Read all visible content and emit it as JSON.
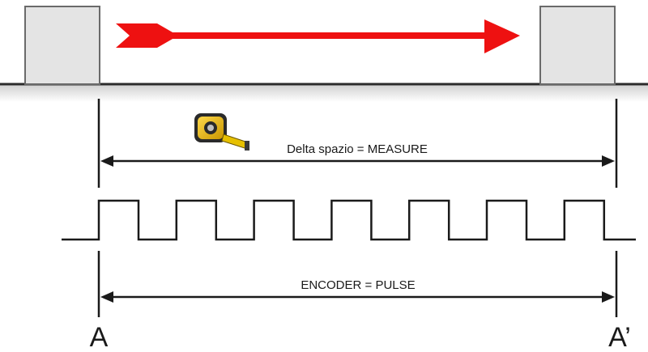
{
  "diagram": {
    "measure_label": "Delta spazio = MEASURE",
    "encoder_label": "ENCODER = PULSE",
    "point_start": "A",
    "point_end": "A’",
    "pulse_count": 7,
    "colors": {
      "motion_arrow": "#ee1111",
      "block_fill": "#e4e4e4",
      "block_stroke": "#6a6a6a",
      "ground_line": "#2b2b2b",
      "ground_shadow": "#d6d6d6",
      "line": "#1a1a1a",
      "tape_body": "#f2c200"
    },
    "icons": {
      "tape_measure": "tape-measure-icon"
    }
  }
}
